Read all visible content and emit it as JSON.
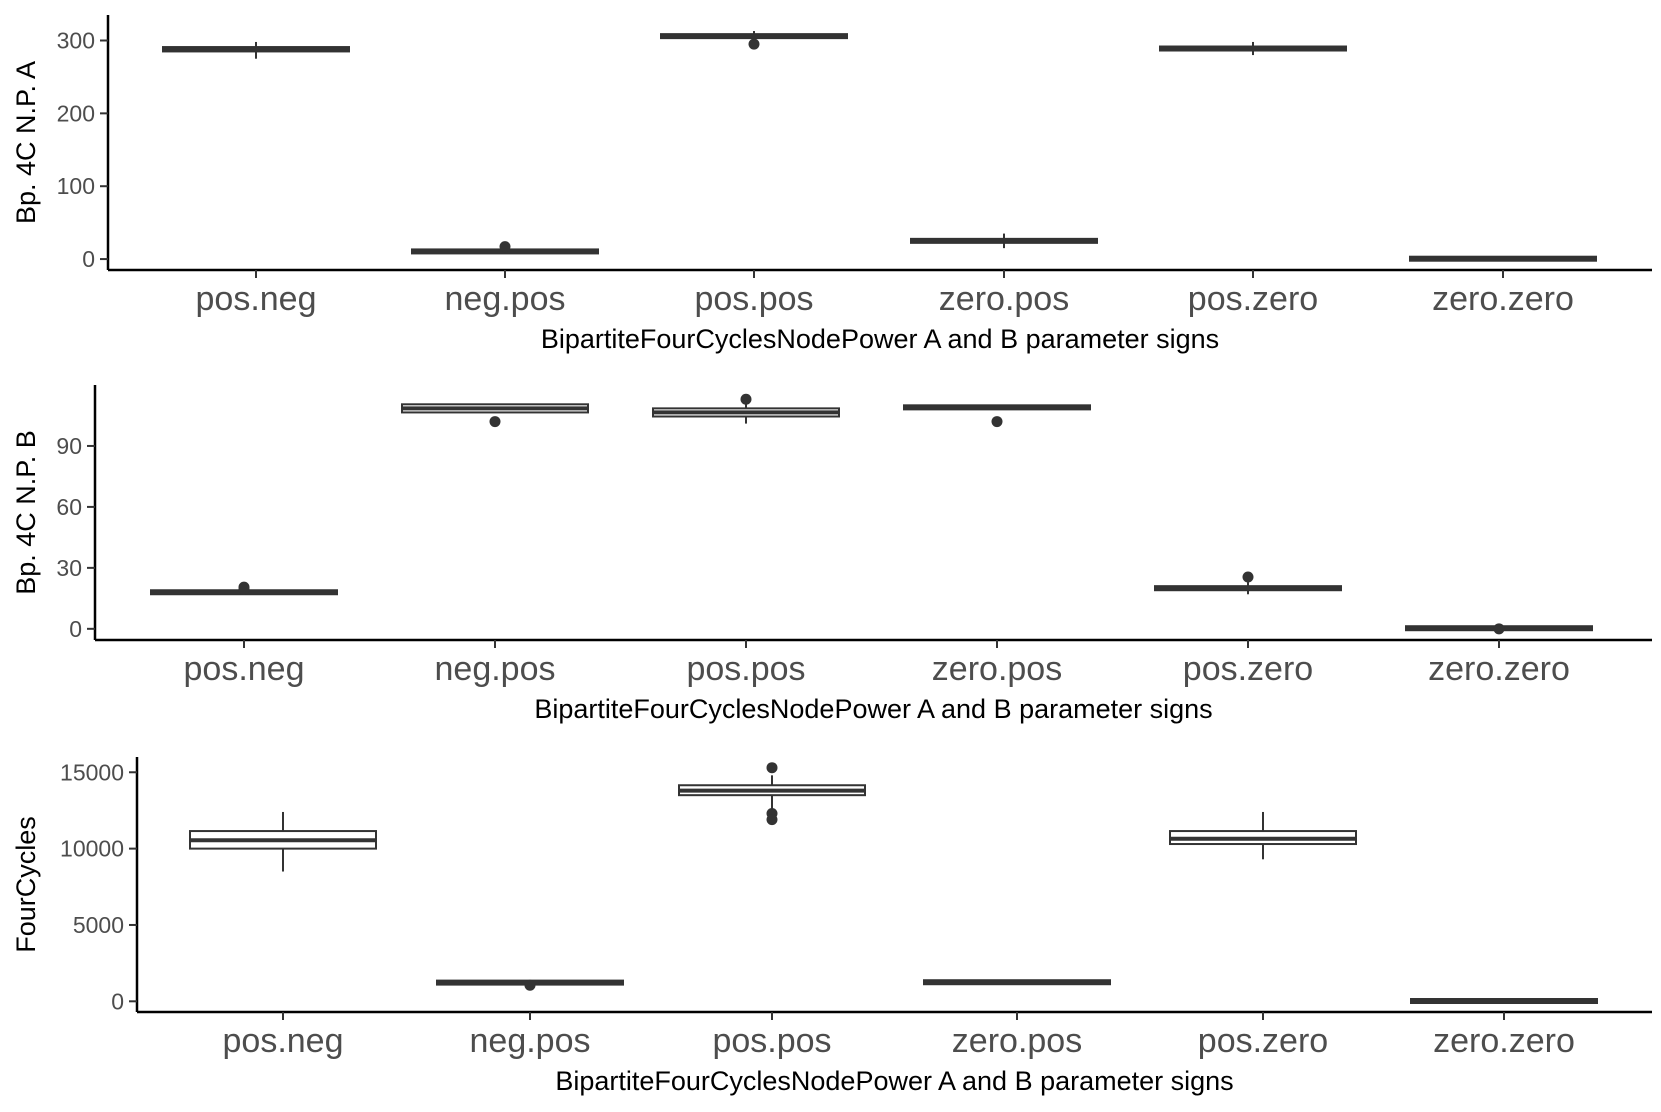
{
  "chart_data": [
    {
      "type": "box",
      "xlabel": "BipartiteFourCyclesNodePower A and B parameter signs",
      "ylabel": "Bp. 4C N.P. A",
      "categories": [
        "pos.neg",
        "neg.pos",
        "pos.pos",
        "zero.pos",
        "pos.zero",
        "zero.zero"
      ],
      "yticks": [
        0,
        100,
        200,
        300
      ],
      "ylim": [
        -15,
        335
      ],
      "grid": false,
      "boxes": [
        {
          "q1": 285,
          "median": 288,
          "q3": 291,
          "whisker_low": 275,
          "whisker_high": 298,
          "outliers": []
        },
        {
          "q1": 9,
          "median": 11,
          "q3": 12,
          "whisker_low": 9,
          "whisker_high": 12,
          "outliers": [
            17
          ]
        },
        {
          "q1": 304,
          "median": 306,
          "q3": 308,
          "whisker_low": 304,
          "whisker_high": 313,
          "outliers": [
            295
          ]
        },
        {
          "q1": 23,
          "median": 25,
          "q3": 27,
          "whisker_low": 15,
          "whisker_high": 35,
          "outliers": []
        },
        {
          "q1": 287,
          "median": 289,
          "q3": 291,
          "whisker_low": 280,
          "whisker_high": 298,
          "outliers": []
        },
        {
          "q1": 0,
          "median": 0,
          "q3": 1,
          "whisker_low": 0,
          "whisker_high": 1,
          "outliers": []
        }
      ]
    },
    {
      "type": "box",
      "xlabel": "BipartiteFourCyclesNodePower A and B parameter signs",
      "ylabel": "Bp. 4C N.P. B",
      "categories": [
        "pos.neg",
        "neg.pos",
        "pos.pos",
        "zero.pos",
        "pos.zero",
        "zero.zero"
      ],
      "yticks": [
        0,
        30,
        60,
        90
      ],
      "ylim": [
        -5.5,
        120
      ],
      "grid": false,
      "boxes": [
        {
          "q1": 17.6,
          "median": 18.0,
          "q3": 18.4,
          "whisker_low": 17.6,
          "whisker_high": 18.4,
          "outliers": [
            20.5,
            19.5
          ]
        },
        {
          "q1": 106.5,
          "median": 108.5,
          "q3": 110.5,
          "whisker_low": 106.5,
          "whisker_high": 110.5,
          "outliers": [
            102
          ]
        },
        {
          "q1": 104.5,
          "median": 106.5,
          "q3": 108.5,
          "whisker_low": 101,
          "whisker_high": 111,
          "outliers": [
            113
          ]
        },
        {
          "q1": 108.0,
          "median": 109.0,
          "q3": 110.0,
          "whisker_low": 108,
          "whisker_high": 110,
          "outliers": [
            102
          ]
        },
        {
          "q1": 19.0,
          "median": 20.0,
          "q3": 21.0,
          "whisker_low": 17,
          "whisker_high": 23,
          "outliers": [
            25.5
          ]
        },
        {
          "q1": 0,
          "median": 0.3,
          "q3": 0.6,
          "whisker_low": 0,
          "whisker_high": 0.6,
          "outliers": [
            0
          ]
        }
      ]
    },
    {
      "type": "box",
      "xlabel": "BipartiteFourCyclesNodePower A and B parameter signs",
      "ylabel": "FourCycles",
      "categories": [
        "pos.neg",
        "neg.pos",
        "pos.pos",
        "zero.pos",
        "pos.zero",
        "zero.zero"
      ],
      "yticks": [
        0,
        5000,
        10000,
        15000
      ],
      "ylim": [
        -700,
        16000
      ],
      "grid": false,
      "boxes": [
        {
          "q1": 10000,
          "median": 10550,
          "q3": 11150,
          "whisker_low": 8500,
          "whisker_high": 12400,
          "outliers": []
        },
        {
          "q1": 1150,
          "median": 1230,
          "q3": 1300,
          "whisker_low": 1150,
          "whisker_high": 1300,
          "outliers": [
            1050
          ]
        },
        {
          "q1": 13500,
          "median": 13800,
          "q3": 14150,
          "whisker_low": 12600,
          "whisker_high": 14800,
          "outliers": [
            15300,
            12300,
            11900
          ]
        },
        {
          "q1": 1200,
          "median": 1250,
          "q3": 1300,
          "whisker_low": 1200,
          "whisker_high": 1300,
          "outliers": []
        },
        {
          "q1": 10300,
          "median": 10650,
          "q3": 11150,
          "whisker_low": 9300,
          "whisker_high": 12400,
          "outliers": []
        },
        {
          "q1": 0,
          "median": 20,
          "q3": 40,
          "whisker_low": 0,
          "whisker_high": 40,
          "outliers": []
        }
      ]
    }
  ]
}
